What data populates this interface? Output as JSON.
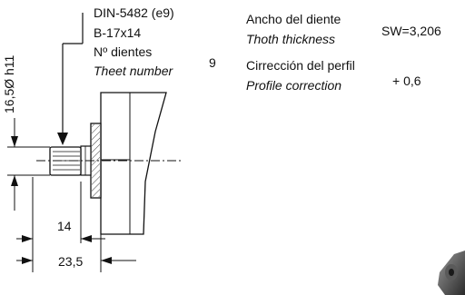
{
  "spline": {
    "standard": "DIN-5482 (e9)",
    "designation": "B-17x14",
    "teeth_label_es": "Nº dientes",
    "teeth_label_en": "Theet number",
    "teeth_value": "9"
  },
  "tooth": {
    "label_es": "Ancho del diente",
    "label_en": "Thoth thickness",
    "value": "SW=3,206"
  },
  "profile": {
    "label_es": "Cirrección del perfil",
    "label_en": "Profile correction",
    "value": "+ 0,6"
  },
  "dimensions": {
    "diameter": "16,5Ø h11",
    "length_short": "14",
    "length_total": "23,5"
  }
}
